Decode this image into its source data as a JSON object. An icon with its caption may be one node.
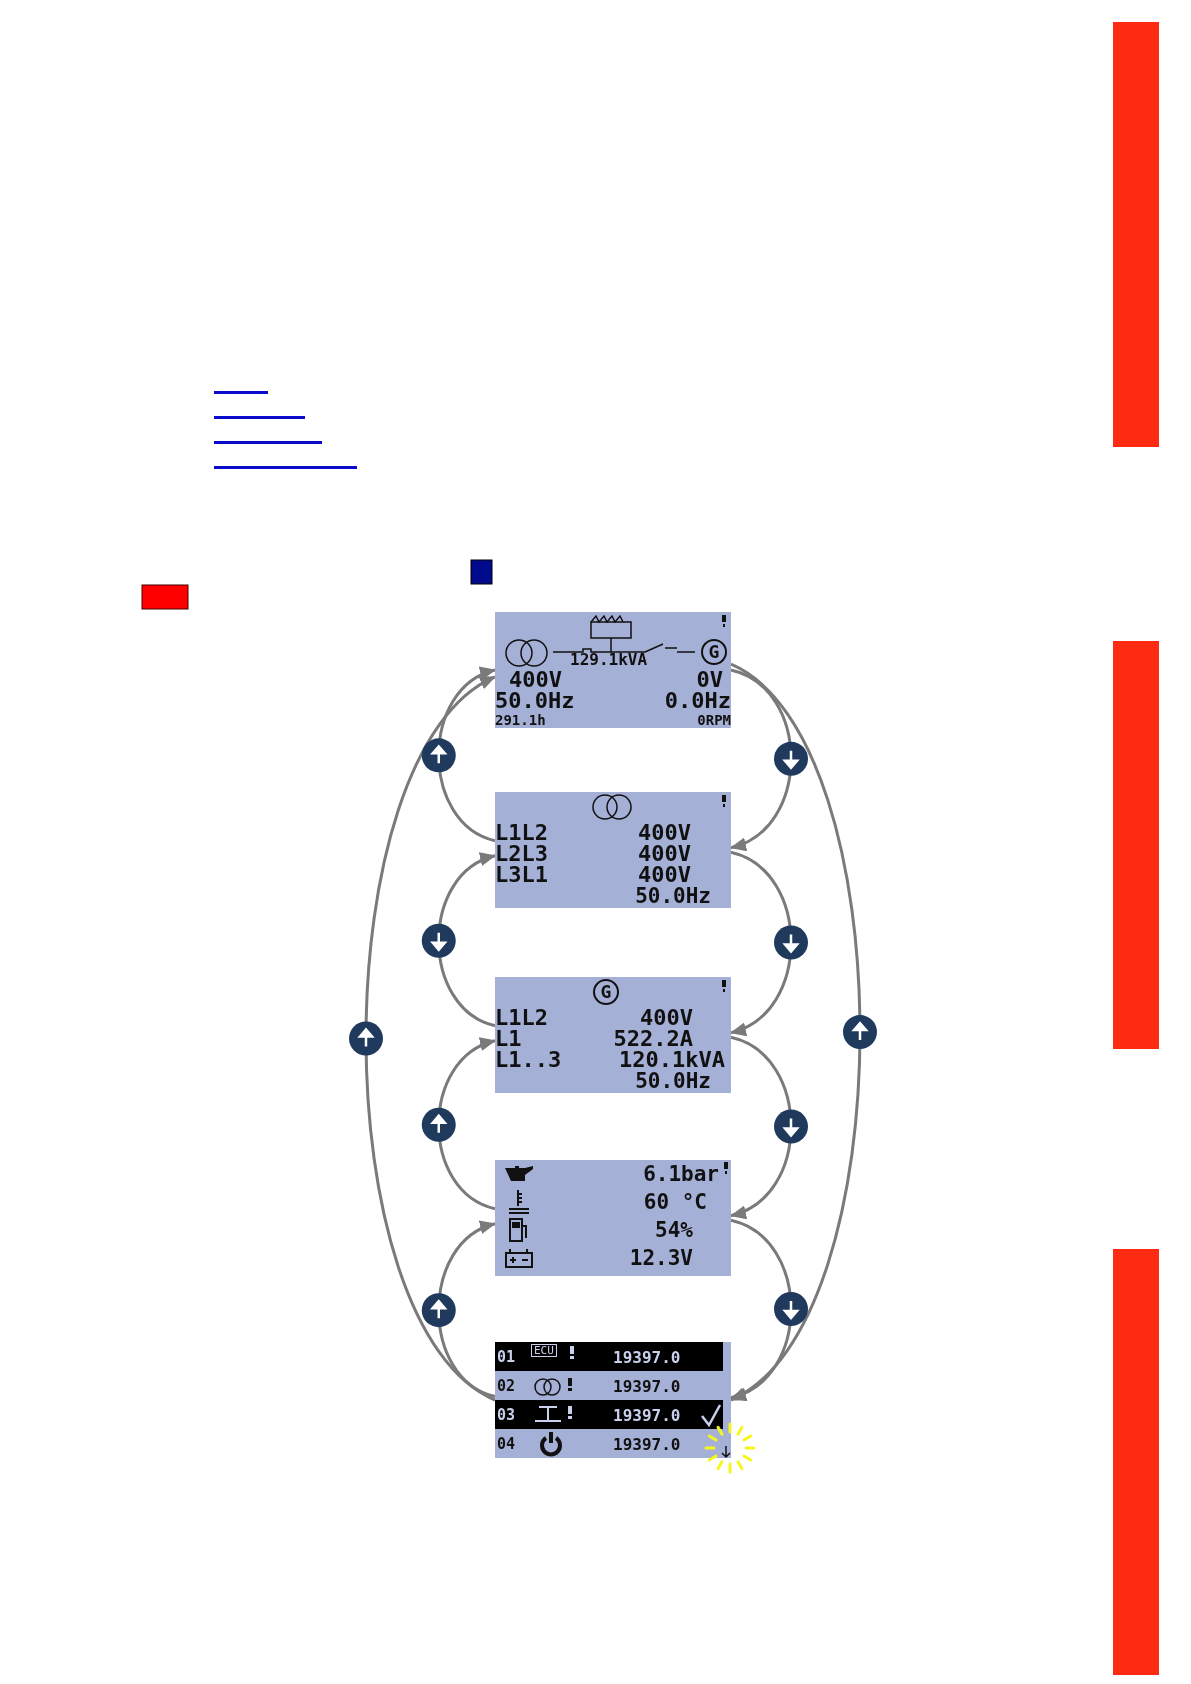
{
  "diagram": {
    "nodes": [
      {
        "text": [
          "G",
          "129.1kVA",
          "400V",
          "0V",
          "50.0Hz",
          "0.0Hz",
          "291.1h",
          "0RPM"
        ]
      },
      {
        "text": [
          "L1L2",
          "400V",
          "L2L3",
          "400V",
          "L3L1",
          "400V",
          "50.0Hz"
        ]
      },
      {
        "text": [
          "G",
          "L1L2",
          "400V",
          "L1",
          "522.2A",
          "L1..3",
          "120.1kVA",
          "50.0Hz"
        ]
      },
      {
        "text": [
          "6.1bar",
          "60 °C",
          "54%",
          "12.3V"
        ]
      },
      {
        "text": [
          "01",
          "ECU",
          "19397.0",
          "02",
          "19397.0",
          "03",
          "19397.0",
          "04",
          "19397.0"
        ]
      }
    ],
    "edges": [
      {
        "from": 1,
        "to": 0,
        "arrow": "to"
      },
      {
        "from": 2,
        "to": 1,
        "arrow": "to"
      },
      {
        "from": 3,
        "to": 2,
        "arrow": "to"
      },
      {
        "from": 4,
        "to": 3,
        "arrow": "to"
      },
      {
        "from": 0,
        "to": 1,
        "arrow": "to"
      },
      {
        "from": 1,
        "to": 2,
        "arrow": "to"
      },
      {
        "from": 2,
        "to": 3,
        "arrow": "to"
      },
      {
        "from": 3,
        "to": 4,
        "arrow": "to"
      },
      {
        "from": 4,
        "to": 0,
        "arrow": "to"
      },
      {
        "from": 0,
        "to": 4,
        "arrow": "to"
      }
    ]
  }
}
